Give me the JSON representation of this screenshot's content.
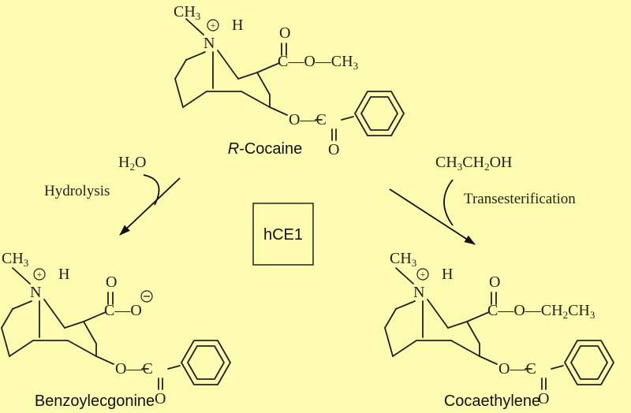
{
  "reactant": {
    "name_italic": "R",
    "name_rest": "-Cocaine",
    "methyl": "CH3",
    "n_h": "H",
    "ester_group": "C—O—CH3",
    "benzoyl_o": "O—C",
    "carbonyl_o": "O"
  },
  "left_path": {
    "reagent": "H2O",
    "process": "Hydrolysis"
  },
  "right_path": {
    "reagent": "CH3CH2OH",
    "process": "Transesterification"
  },
  "enzyme": {
    "label": "hCE1"
  },
  "product_left": {
    "name": "Benzoylecgonine",
    "carboxylate": "C—O"
  },
  "product_right": {
    "name": "Cocaethylene",
    "ester_group": "C—O—CH2CH3"
  },
  "colors": {
    "background": "#fdfcb1",
    "ink": "#222222"
  }
}
